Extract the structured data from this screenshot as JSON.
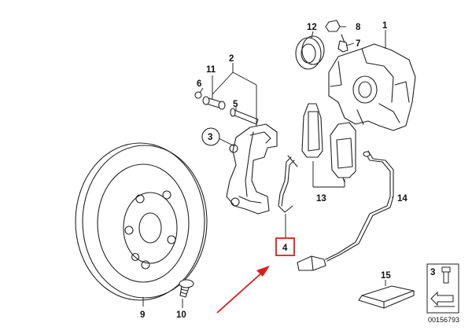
{
  "callouts": [
    {
      "id": "1",
      "label": "1"
    },
    {
      "id": "2",
      "label": "2"
    },
    {
      "id": "3",
      "label": "3"
    },
    {
      "id": "4",
      "label": "4"
    },
    {
      "id": "5",
      "label": "5"
    },
    {
      "id": "6",
      "label": "6"
    },
    {
      "id": "7",
      "label": "7"
    },
    {
      "id": "8",
      "label": "8"
    },
    {
      "id": "9",
      "label": "9"
    },
    {
      "id": "10",
      "label": "10"
    },
    {
      "id": "11",
      "label": "11"
    },
    {
      "id": "12",
      "label": "12"
    },
    {
      "id": "13",
      "label": "13"
    },
    {
      "id": "14",
      "label": "14"
    },
    {
      "id": "15",
      "label": "15"
    }
  ],
  "legend_box": {
    "label": "3"
  },
  "drawing_number": "00156793",
  "highlight": {
    "callout": "4",
    "color": "#e01b1b"
  },
  "arrow_color": "#e01b1b"
}
